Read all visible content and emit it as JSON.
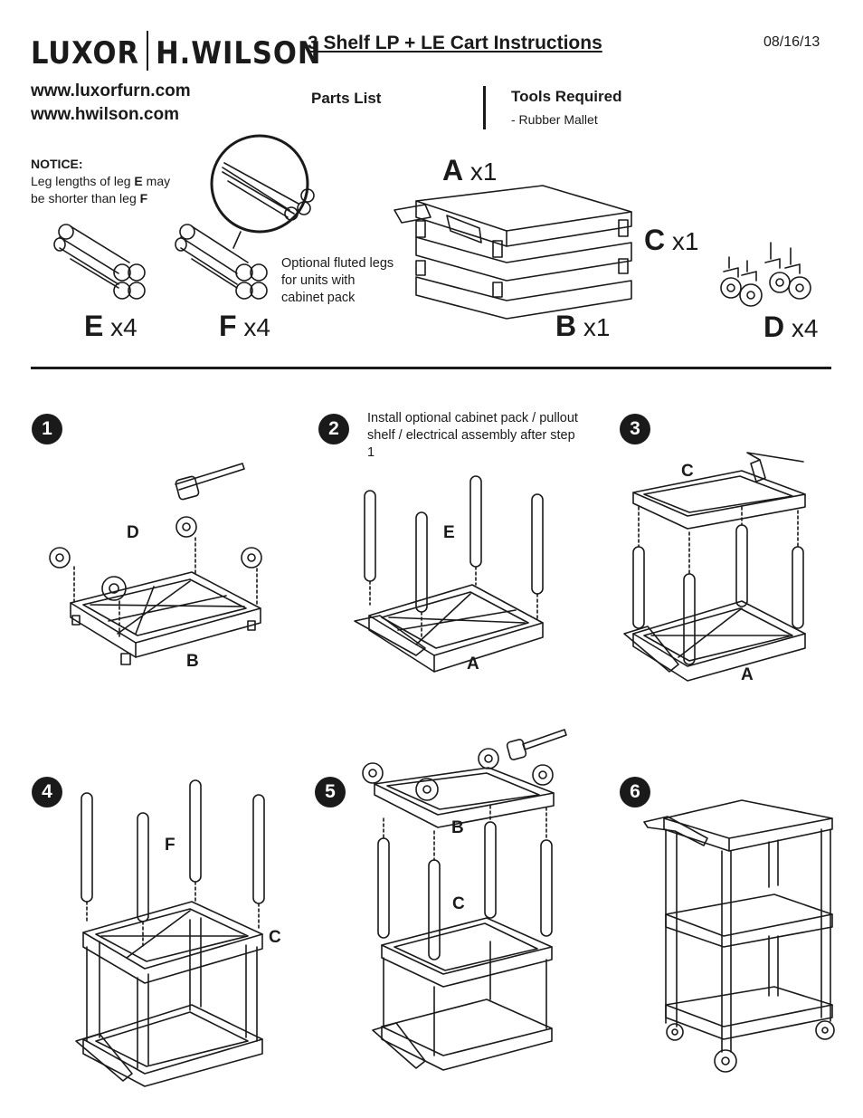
{
  "header": {
    "brand_left": "LUXOR",
    "brand_right": "H.WILSON",
    "title": "3 Shelf LP + LE Cart Instructions",
    "date": "08/16/13",
    "links": [
      "www.luxorfurn.com",
      "www.hwilson.com"
    ]
  },
  "parts_list": {
    "heading": "Parts List",
    "items": [
      {
        "letter": "A",
        "qty": "x1"
      },
      {
        "letter": "B",
        "qty": "x1"
      },
      {
        "letter": "C",
        "qty": "x1"
      },
      {
        "letter": "D",
        "qty": "x4"
      },
      {
        "letter": "E",
        "qty": "x4"
      },
      {
        "letter": "F",
        "qty": "x4"
      }
    ]
  },
  "tools": {
    "heading": "Tools Required",
    "items": [
      "-  Rubber Mallet"
    ]
  },
  "notice": {
    "heading": "NOTICE:",
    "line1_pre": "Leg lengths of leg ",
    "leg_e": "E",
    "line1_post": " may",
    "line2_pre": "be shorter than leg ",
    "leg_f": "F"
  },
  "optional_legs_note": "Optional fluted legs for units with cabinet pack",
  "steps": [
    {
      "number": "1",
      "labels": [
        "D",
        "B"
      ]
    },
    {
      "number": "2",
      "note": "Install optional cabinet pack / pullout shelf / electrical assembly after step 1",
      "labels": [
        "E",
        "A"
      ]
    },
    {
      "number": "3",
      "labels": [
        "C",
        "A"
      ]
    },
    {
      "number": "4",
      "labels": [
        "F",
        "C"
      ]
    },
    {
      "number": "5",
      "labels": [
        "B",
        "C"
      ]
    },
    {
      "number": "6"
    }
  ]
}
